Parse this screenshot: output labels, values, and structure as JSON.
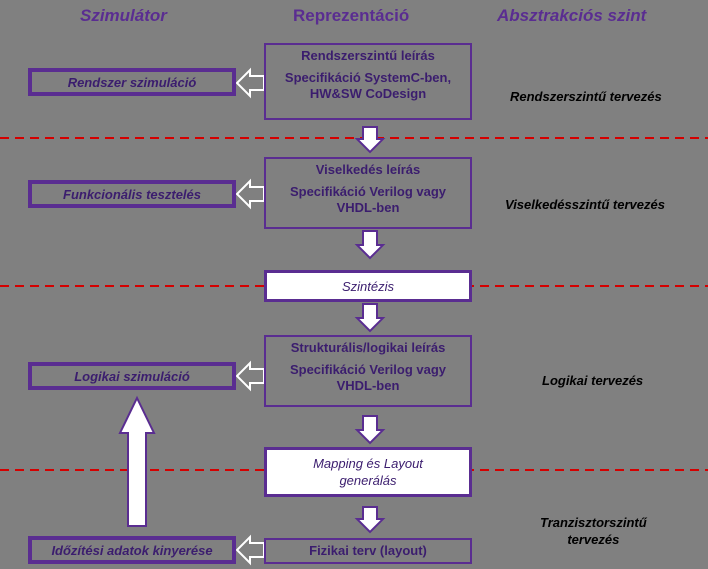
{
  "headers": {
    "simulator": "Szimulátor",
    "representation": "Reprezentáció",
    "abstraction": "Absztrakciós szint"
  },
  "representations": [
    {
      "title": "Rendszerszintű leírás",
      "desc": [
        "Specifikáció SystemC-ben,",
        "HW&SW CoDesign"
      ]
    },
    {
      "title": "Viselkedés leírás",
      "desc": [
        "Specifikáció Verilog vagy",
        "VHDL-ben"
      ]
    },
    {
      "title": "Strukturális/logikai leírás",
      "desc": [
        "Specifikáció Verilog vagy",
        "VHDL-ben"
      ]
    },
    {
      "title": "Fizikai terv (layout)",
      "desc": []
    }
  ],
  "processes": [
    {
      "lines": [
        "Szintézis"
      ]
    },
    {
      "lines": [
        "Mapping és Layout",
        "generálás"
      ]
    }
  ],
  "simulations": [
    "Rendszer szimuláció",
    "Funkcionális tesztelés",
    "Logikai szimuláció",
    "Időzítési adatok kinyerése"
  ],
  "levels": [
    [
      "Rendszerszintű tervezés"
    ],
    [
      "Viselkedésszintű tervezés"
    ],
    [
      "Logikai tervezés"
    ],
    [
      "Tranzisztorszintű",
      "tervezés"
    ]
  ],
  "colors": {
    "background": "#808080",
    "box_border": "#5a2d91",
    "divider": "#d40000",
    "arrow_fill": "#ffffff"
  }
}
